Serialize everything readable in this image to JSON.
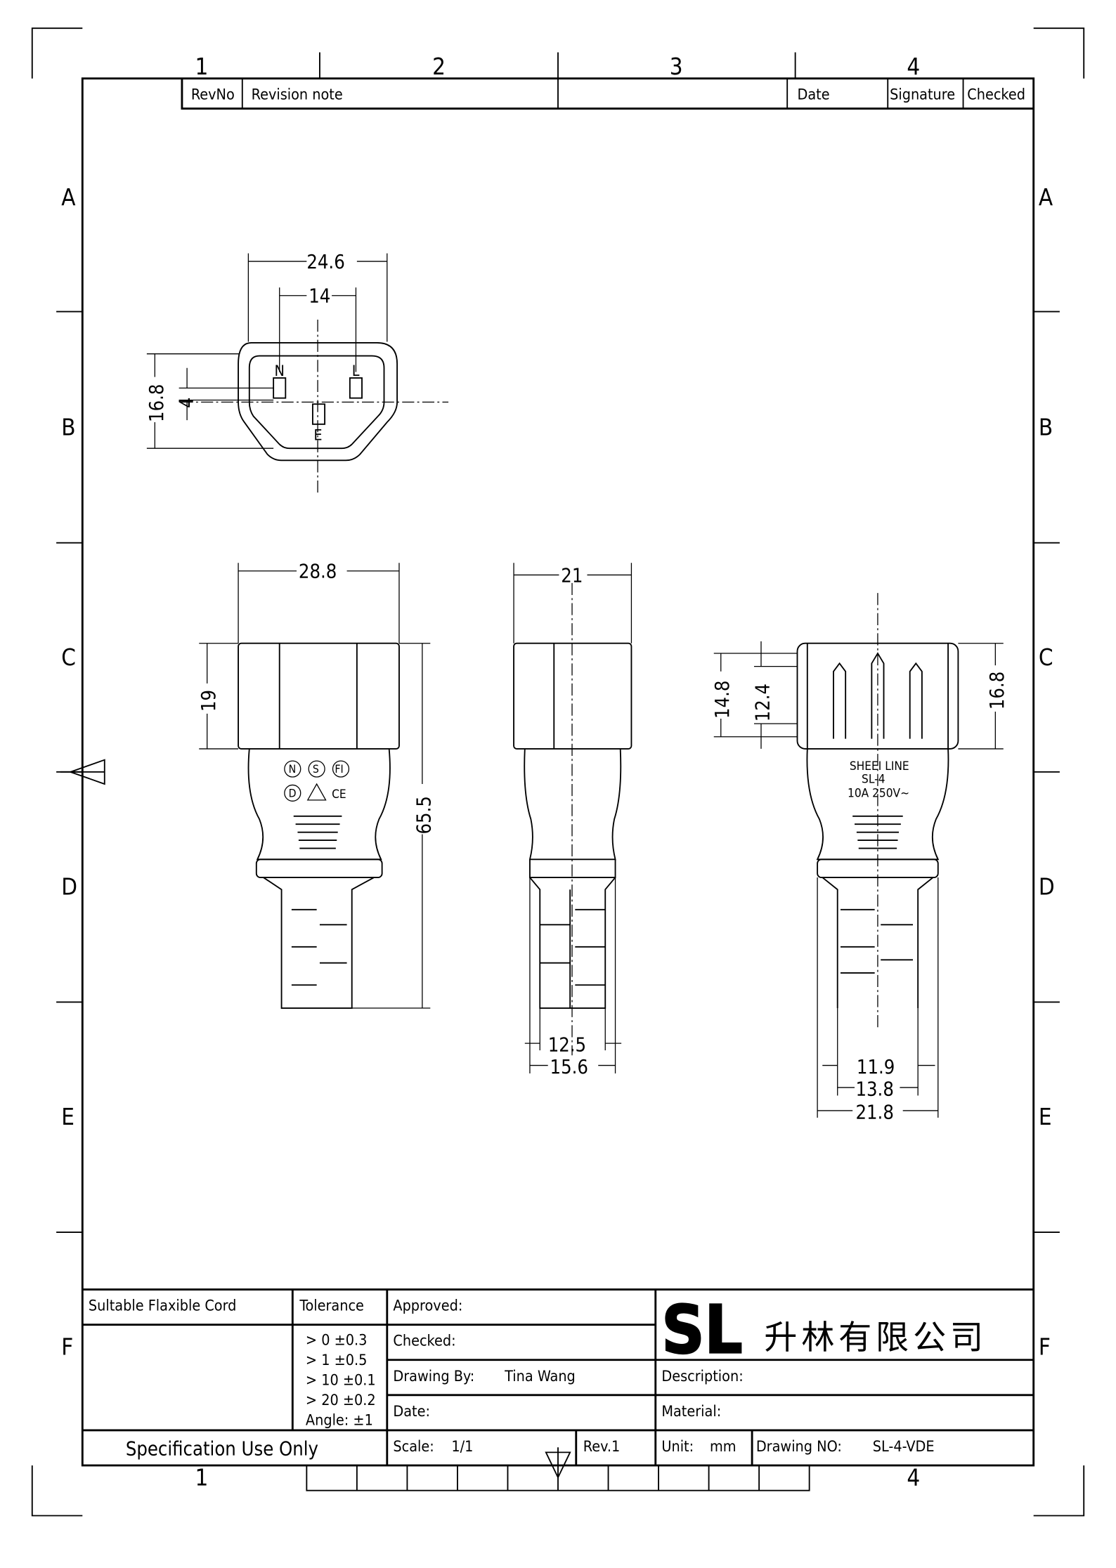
{
  "revision_table": {
    "rev_no": "RevNo",
    "revision_note": "Revision note",
    "date": "Date",
    "signature": "Signature",
    "checked": "Checked"
  },
  "grid": {
    "columns": [
      "1",
      "2",
      "3",
      "4"
    ],
    "rows": [
      "A",
      "B",
      "C",
      "D",
      "E",
      "F"
    ]
  },
  "dimensions": {
    "face_width": "24.6",
    "pin_spacing": "14",
    "face_height": "16.8",
    "pin_offset": "4",
    "pin_n": "N",
    "pin_l": "L",
    "pin_e": "E",
    "front_width": "28.8",
    "head_height": "19",
    "total_length": "65.5",
    "side_width": "21",
    "side_cord_inner": "12.5",
    "side_cord_outer": "15.6",
    "right_height_outer": "14.8",
    "right_height_inner": "12.4",
    "right_height_total": "16.8",
    "right_cord_inner": "11.9",
    "right_cord_mid": "13.8",
    "right_width": "21.8"
  },
  "product_marking": {
    "brand": "SHEEI LINE",
    "model": "SL-4",
    "rating": "10A 250V~",
    "marks": [
      "N",
      "S",
      "FI",
      "D",
      "CE"
    ]
  },
  "title_block": {
    "suitable_cord": "Sultable Flaxible Cord",
    "tolerance_label": "Tolerance",
    "tolerances": [
      "> 0  ±0.3",
      "> 1  ±0.5",
      "> 10  ±0.1",
      "> 20  ±0.2",
      "Angle: ±1"
    ],
    "approved": "Approved:",
    "checked": "Checked:",
    "drawing_by_label": "Drawing By:",
    "drawing_by": "Tina Wang",
    "date": "Date:",
    "logo": "SL",
    "company": "升林有限公司",
    "description": "Description:",
    "material": "Material:",
    "spec_only": "Specification Use Only",
    "scale_label": "Scale:",
    "scale": "1/1",
    "rev": "Rev.1",
    "unit_label": "Unit:",
    "unit": "mm",
    "drawing_no_label": "Drawing NO:",
    "drawing_no": "SL-4-VDE"
  },
  "colors": {
    "logo_green": "#33dd33"
  }
}
